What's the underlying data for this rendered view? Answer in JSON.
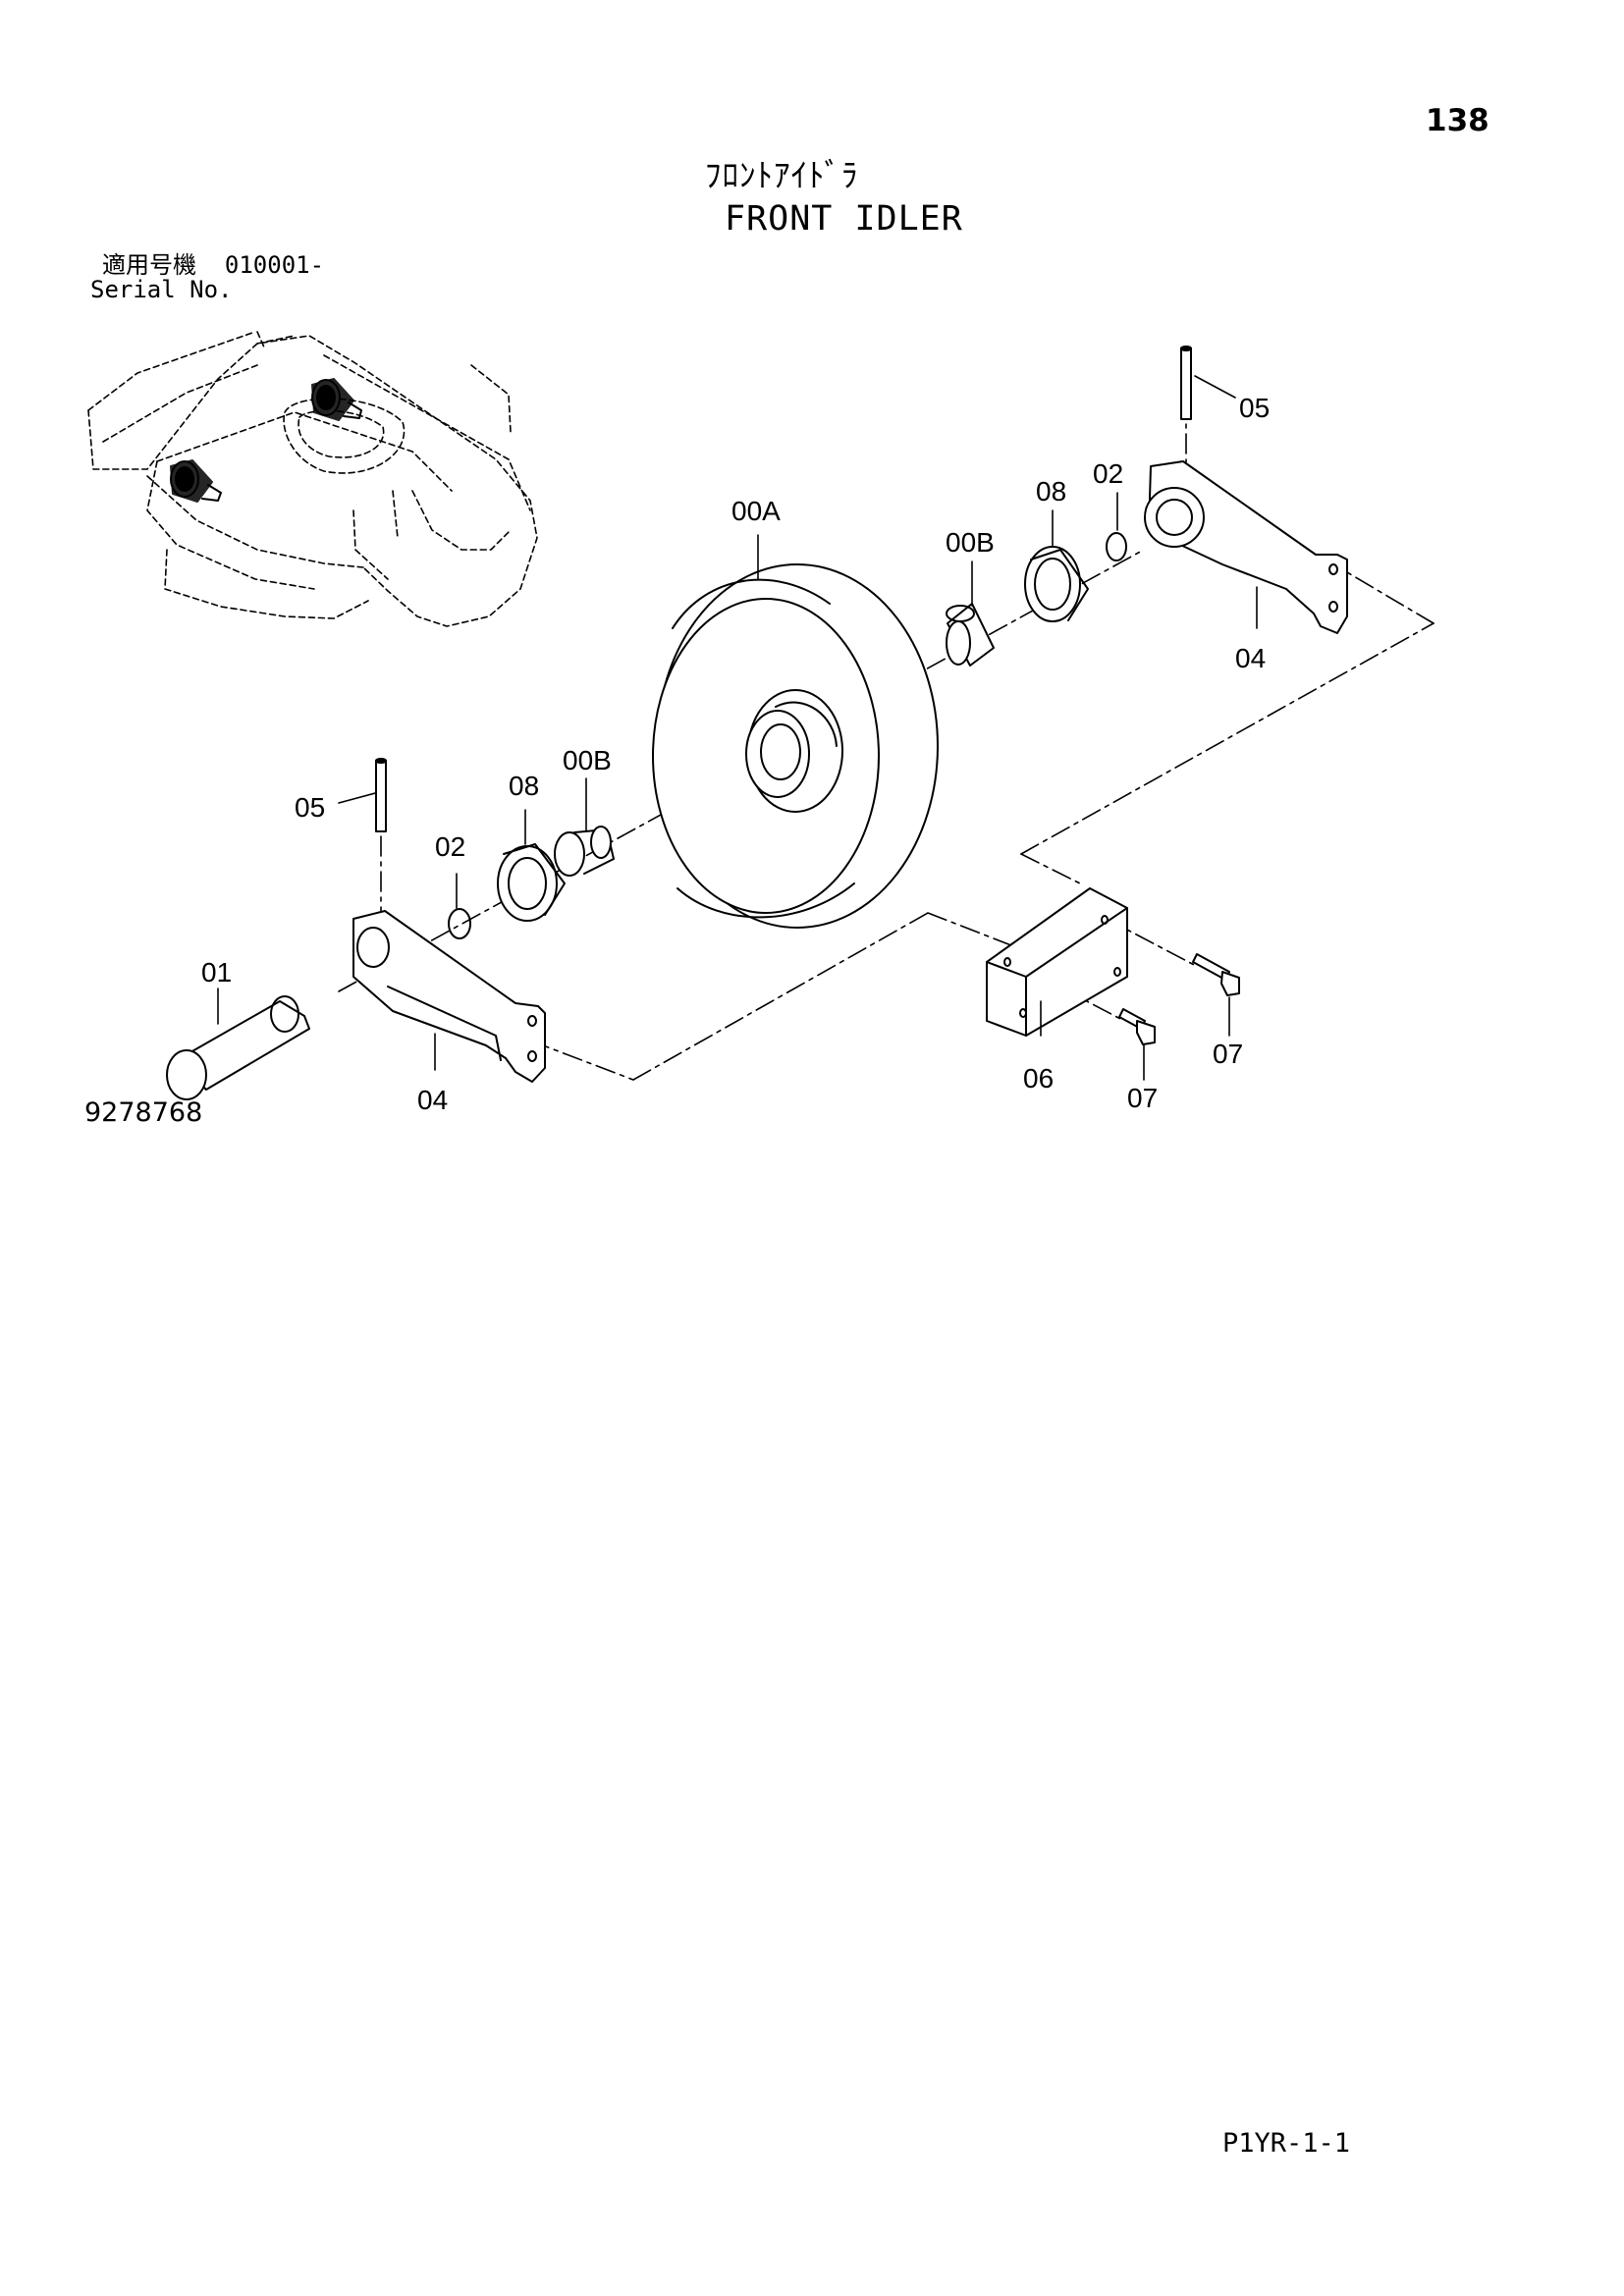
{
  "page_number": "138",
  "title_jp": "ﾌﾛﾝﾄｱｲﾄﾞﾗ",
  "title_en": "FRONT IDLER",
  "serial": {
    "label_jp": "適用号機",
    "value": "010001-",
    "label_en": "Serial No."
  },
  "drawing_number": "9278768",
  "sheet_code": "P1YR-1-1",
  "callouts": {
    "c05_top": "05",
    "c02_top": "02",
    "c08_top": "08",
    "c00B_top": "00B",
    "c00A": "00A",
    "c04_right": "04",
    "c05_left": "05",
    "c08_left": "08",
    "c00B_left": "00B",
    "c02_left": "02",
    "c01": "01",
    "c04_left": "04",
    "c06": "06",
    "c07_lower": "07",
    "c07_right": "07"
  }
}
